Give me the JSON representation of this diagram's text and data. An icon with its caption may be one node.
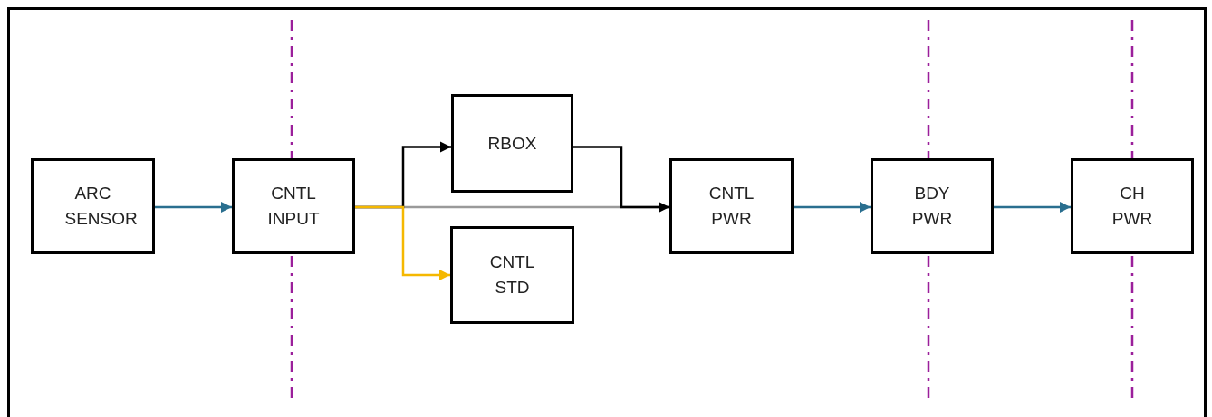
{
  "diagram": {
    "nodes": [
      {
        "text": [
          "ARC SENSOR"
        ]
      },
      {
        "text": [
          "CNTL INPUT"
        ]
      },
      {
        "text": [
          "RBOX"
        ]
      },
      {
        "text": [
          "CNTL STD"
        ]
      },
      {
        "text": [
          "CNTL PWR"
        ]
      },
      {
        "text": [
          "BDY PWR"
        ]
      },
      {
        "text": [
          "CH PWR"
        ]
      }
    ],
    "edges": [
      {
        "from": 0,
        "to": 1,
        "arrow": "to"
      },
      {
        "from": 1,
        "to": 2,
        "arrow": "to",
        "color": "#000000"
      },
      {
        "from": 1,
        "to": 3,
        "arrow": "to",
        "color": "#f5b800"
      },
      {
        "from": 1,
        "to": 4,
        "arrow": "to",
        "color": "#9a9a9a"
      },
      {
        "from": 2,
        "to": 4,
        "arrow": "to",
        "color": "#000000"
      },
      {
        "from": 4,
        "to": 5,
        "arrow": "to"
      },
      {
        "from": 5,
        "to": 6,
        "arrow": "to"
      }
    ]
  }
}
